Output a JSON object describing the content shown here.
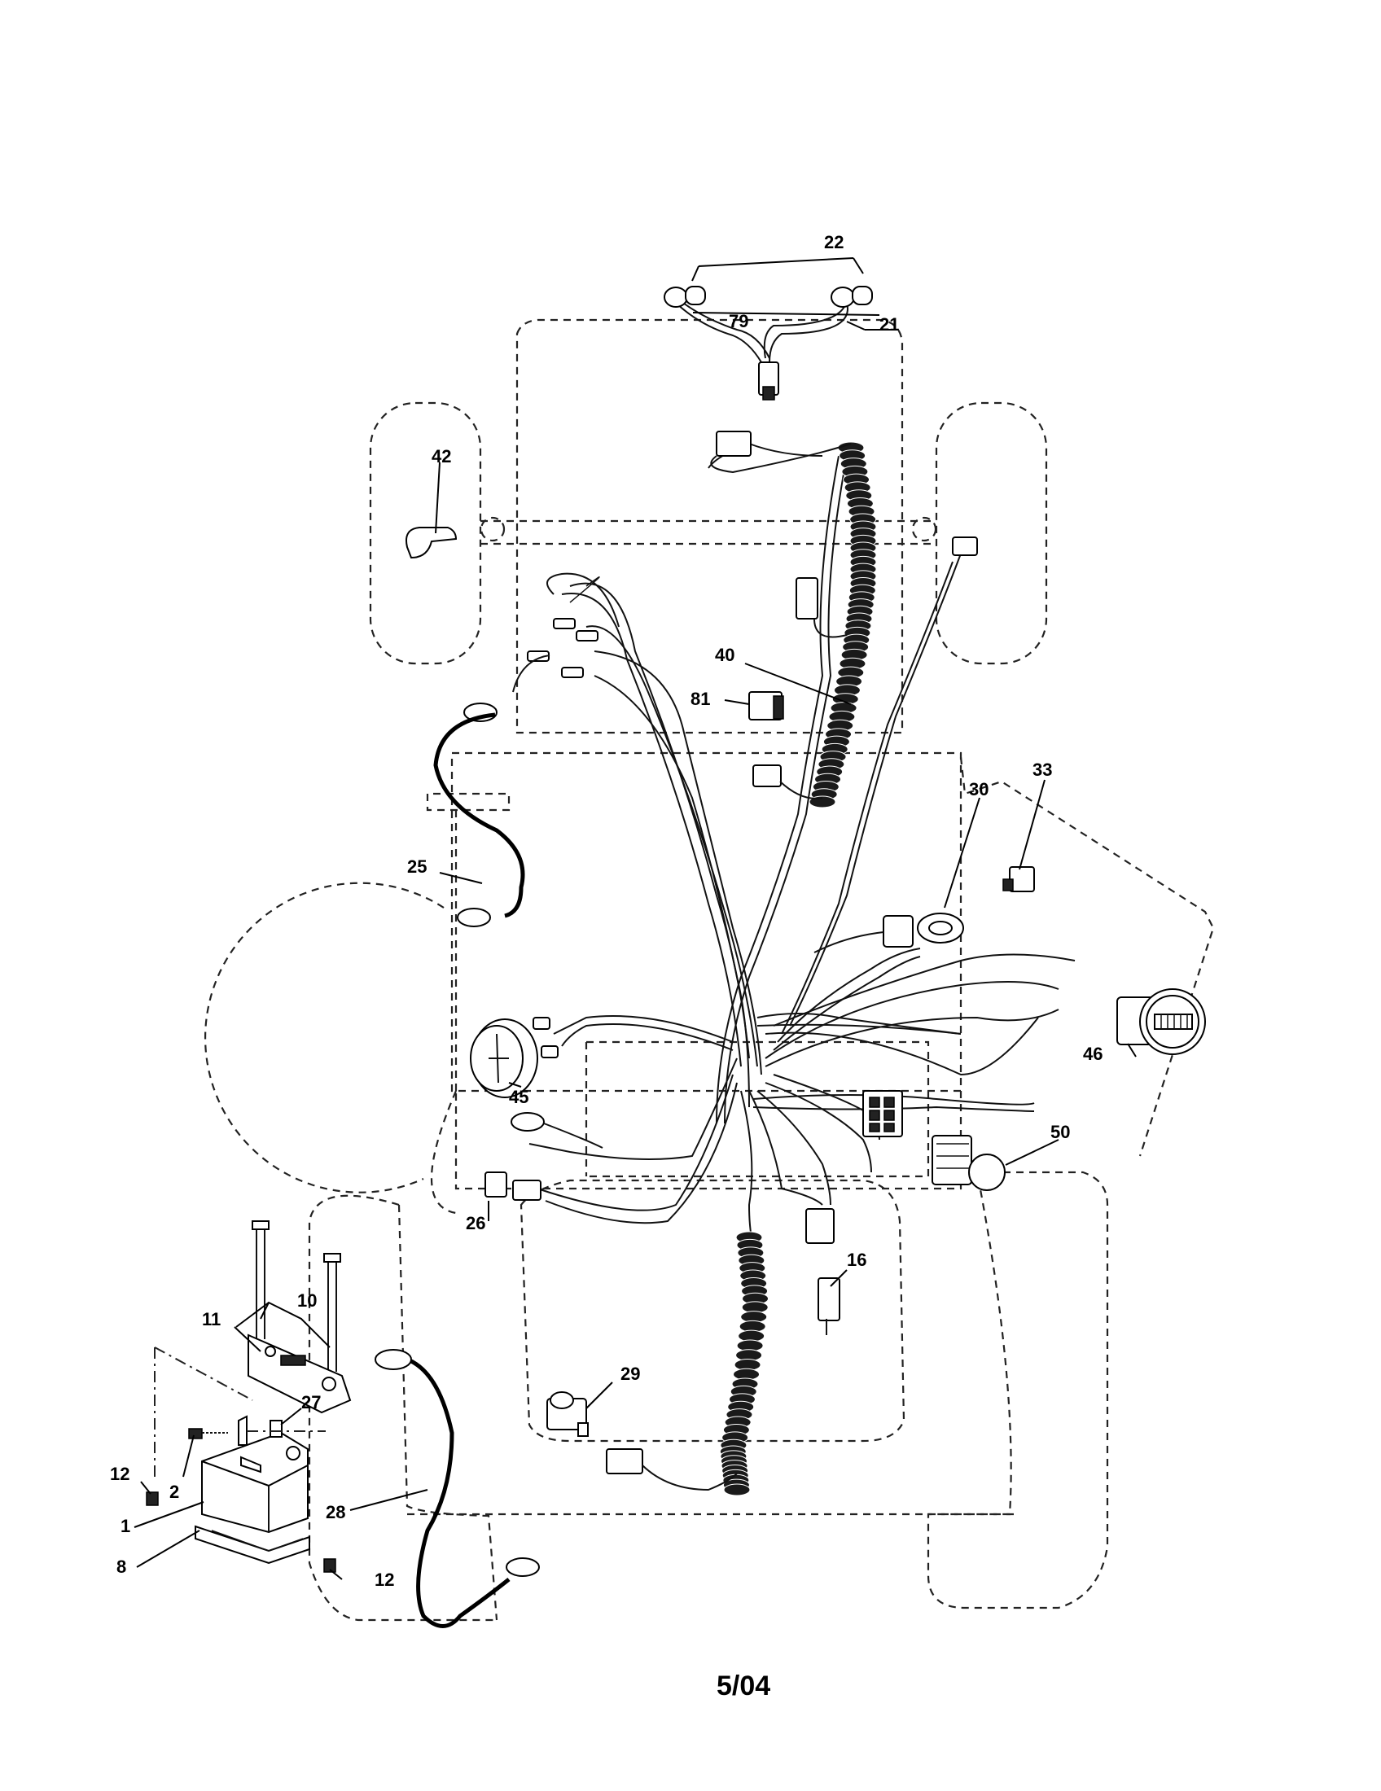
{
  "callouts": {
    "c1": "1",
    "c2": "2",
    "c8": "8",
    "c10": "10",
    "c11": "11",
    "c12a": "12",
    "c12b": "12",
    "c16": "16",
    "c21": "21",
    "c22": "22",
    "c25": "25",
    "c26": "26",
    "c27": "27",
    "c28": "28",
    "c29": "29",
    "c30": "30",
    "c33": "33",
    "c40": "40",
    "c42": "42",
    "c45": "45",
    "c46": "46",
    "c50": "50",
    "c79": "79",
    "c81": "81"
  },
  "footer": {
    "date_code": "5/04"
  }
}
